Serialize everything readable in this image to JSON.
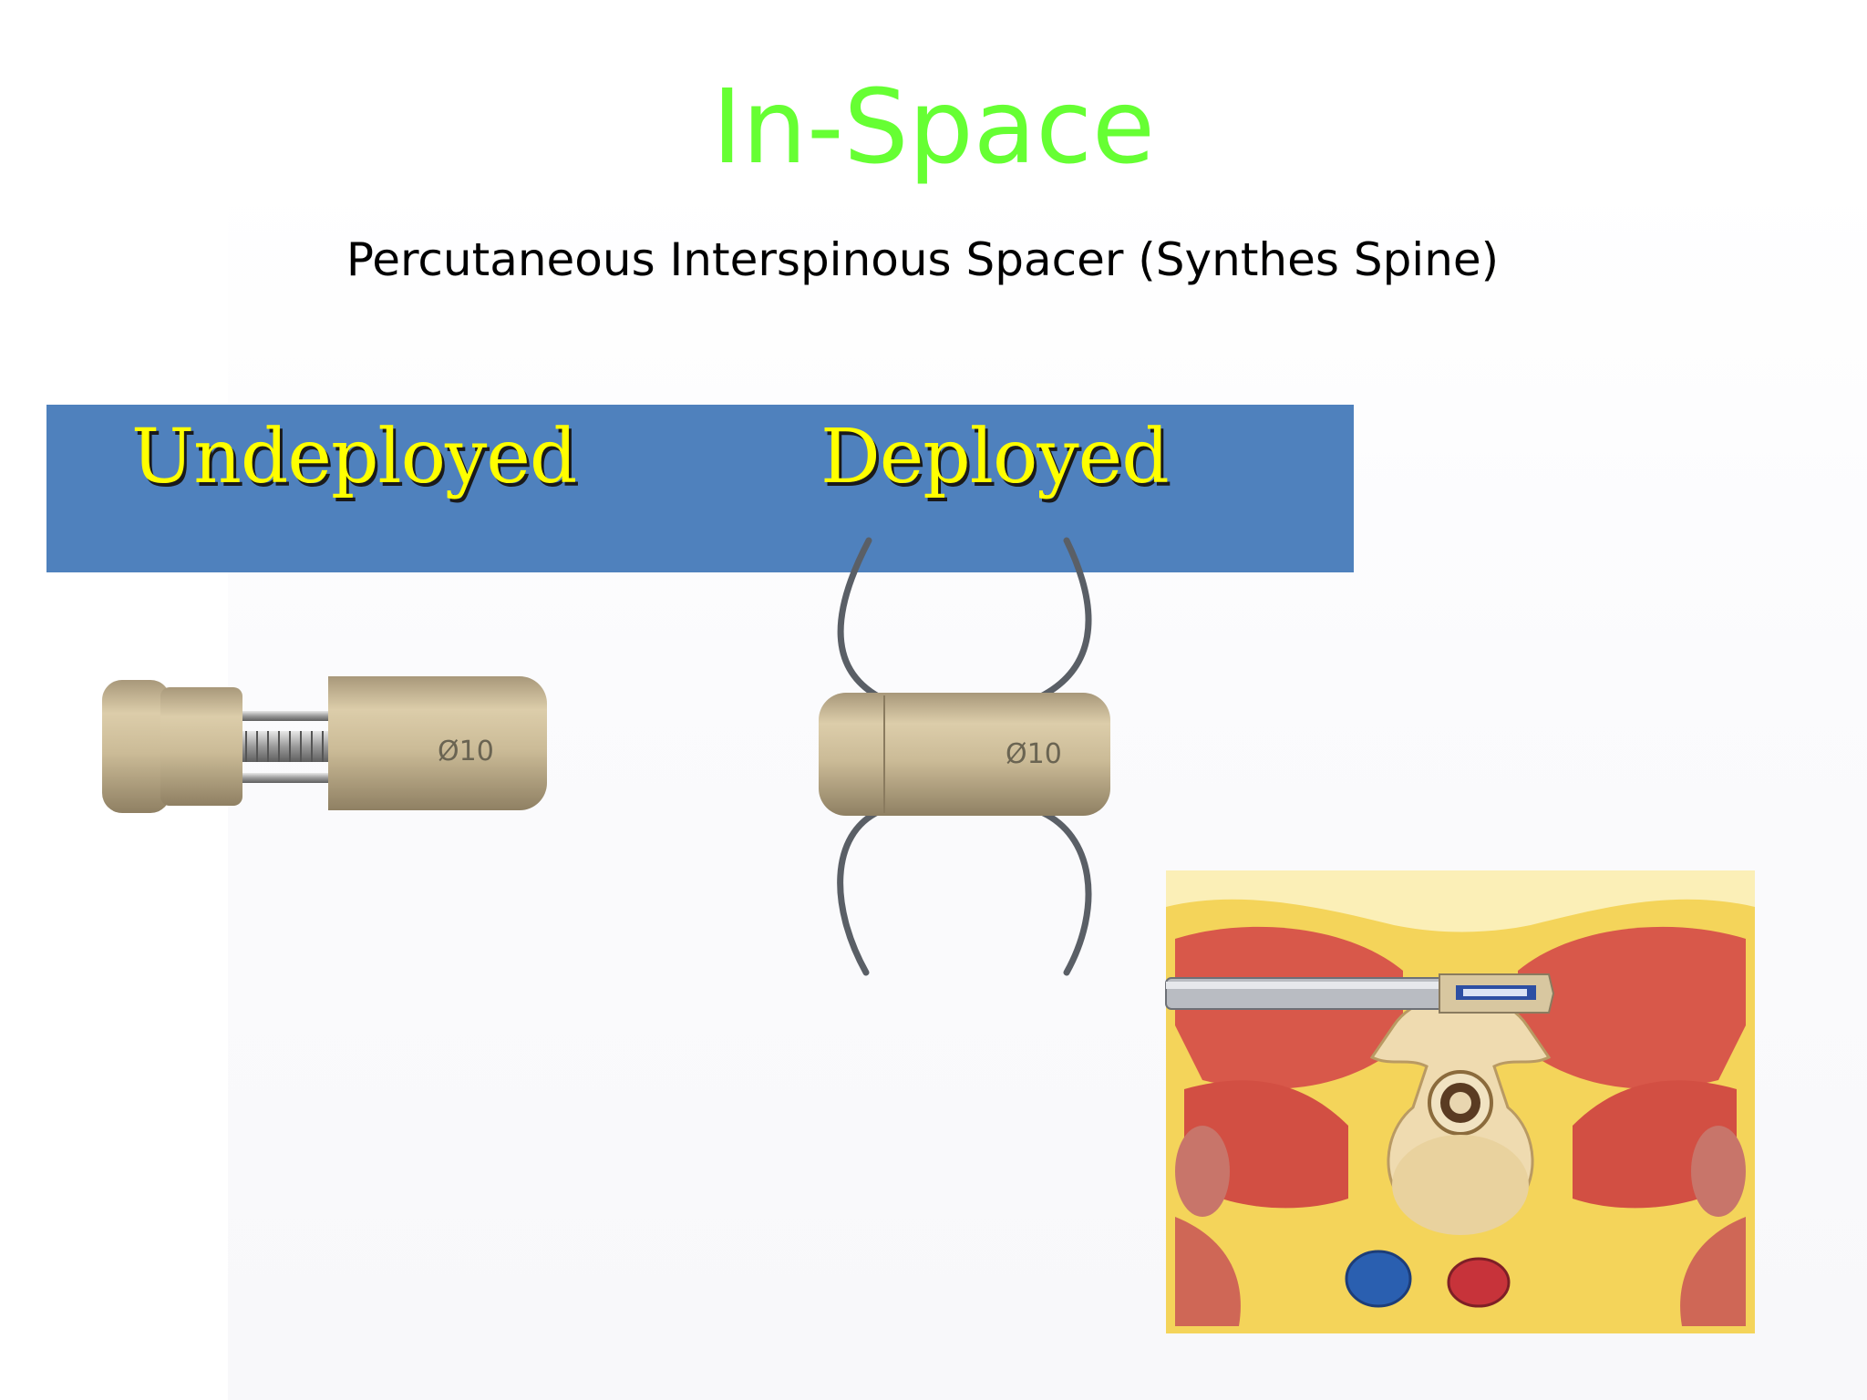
{
  "slide": {
    "title": "In-Space",
    "subtitle": "Percutaneous Interspinous Spacer (Synthes Spine)"
  },
  "band": {
    "left_label": "Undeployed",
    "right_label": "Deployed",
    "color": "#4f81bd",
    "text_color": "#ffff00"
  },
  "devices": {
    "undeployed_marking": "Ø10",
    "deployed_marking": "Ø10"
  },
  "colors": {
    "title": "#66ff33",
    "device_body": "#c9b995",
    "wire": "#5a5f66"
  },
  "images": {
    "anatomy_icon": "spine-cross-section-illustration"
  }
}
